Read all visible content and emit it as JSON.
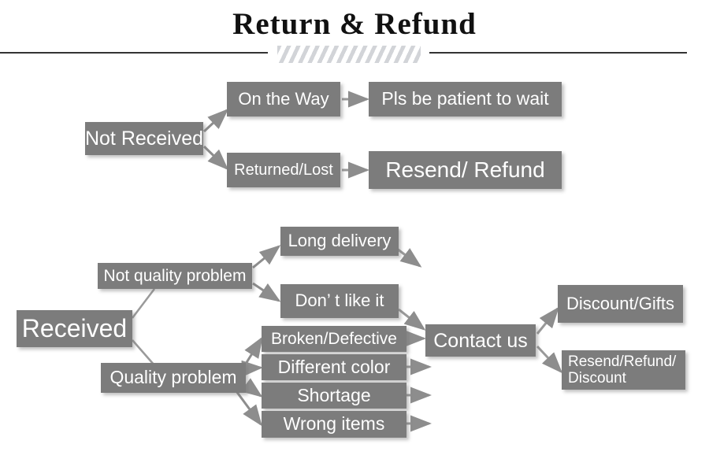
{
  "header": {
    "title": "Return & Refund",
    "divider_hatch": "diagonal-hatch-ornament"
  },
  "colors": {
    "node_fill": "#7c7c7c",
    "node_text": "#ffffff",
    "arrow": "#8d8d8d",
    "divider": "#333333",
    "hatch": "#d2d4d8",
    "background": "#ffffff"
  },
  "diagram": {
    "type": "flowchart",
    "branches": [
      {
        "id": "not-received",
        "root": "Not Received",
        "paths": [
          {
            "status": "On the Way",
            "outcome": "Pls be patient to wait"
          },
          {
            "status": "Returned/Lost",
            "outcome": "Resend/ Refund"
          }
        ]
      },
      {
        "id": "received",
        "root": "Received",
        "paths": [
          {
            "status": "Not quality problem",
            "reasons": [
              "Long delivery",
              "Don’ t like it"
            ]
          },
          {
            "status": "Quality problem",
            "reasons": [
              "Broken/Defective",
              "Different color",
              "Shortage",
              "Wrong items"
            ]
          }
        ],
        "hub": "Contact us",
        "outcomes": [
          "Discount/Gifts",
          "Resend/Refund/\nDiscount"
        ]
      }
    ]
  },
  "nodes": {
    "not_received": "Not Received",
    "on_the_way": "On the Way",
    "pls_be_patient": "Pls be patient to wait",
    "returned_lost": "Returned/Lost",
    "resend_refund": "Resend/ Refund",
    "received": "Received",
    "not_quality_problem": "Not quality problem",
    "quality_problem": "Quality problem",
    "long_delivery": "Long delivery",
    "dont_like_it": "Don’ t like it",
    "broken_defective": "Broken/Defective",
    "different_color": "Different color",
    "shortage": "Shortage",
    "wrong_items": "Wrong items",
    "contact_us": "Contact us",
    "discount_gifts": "Discount/Gifts",
    "resend_refund_discount": "Resend/Refund/\nDiscount"
  }
}
